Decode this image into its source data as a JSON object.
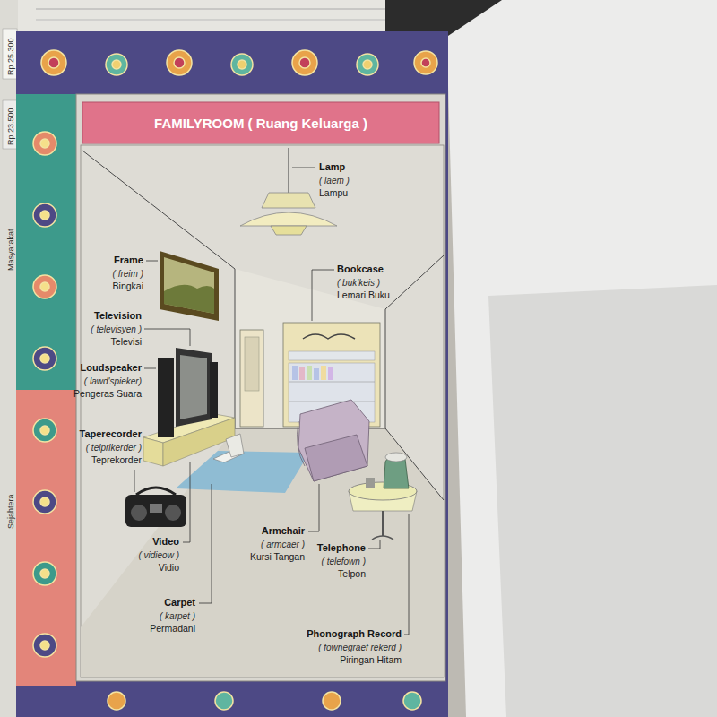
{
  "diagram": {
    "title": "FAMILYROOM ( Ruang Keluarga )",
    "labels": [
      "Lamp",
      "( laem )",
      "Lampu",
      "Frame",
      "( freim )",
      "Bingkai",
      "Bookcase",
      "( buk'keis )",
      "Lemari Buku",
      "Television",
      "( televisyen )",
      "Televisi",
      "Loudspeaker",
      "( lawd'spieker)",
      "Pengeras Suara",
      "Taperecorder",
      "( teiprikerder )",
      "Teprekorder",
      "Video",
      "( vidieow )",
      "Vidio",
      "Carpet",
      "( karpet )",
      "Permadani",
      "Armchair",
      "( armcaer )",
      "Kursi Tangan",
      "Telephone",
      "( telefown )",
      "Telpon",
      "Phonograph Record",
      "( fownegraef rekerd )",
      "Piringan Hitam",
      "Rp 25.300",
      "Rp 23.500",
      "Masyarakat",
      "Sejahtera"
    ]
  }
}
